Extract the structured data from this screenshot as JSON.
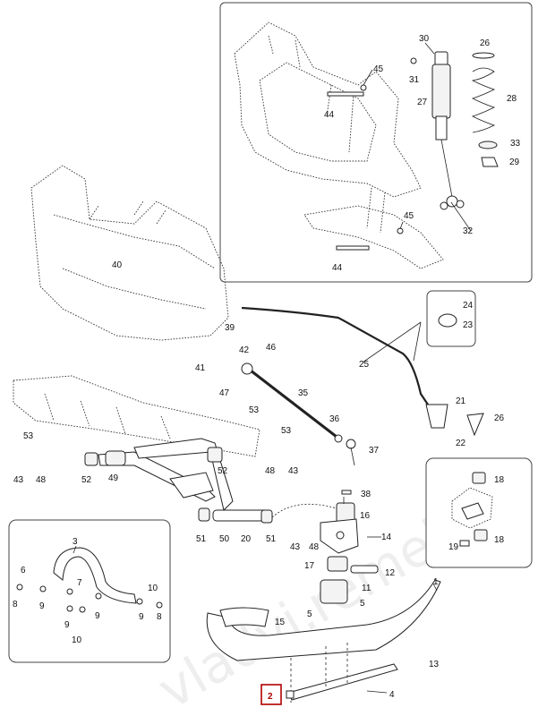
{
  "watermark": "vladvi.remeliet",
  "highlight_color": "#b00000",
  "callouts": [
    {
      "id": "c30",
      "text": "30"
    },
    {
      "id": "c26s",
      "text": "26"
    },
    {
      "id": "c31",
      "text": "31"
    },
    {
      "id": "c45a",
      "text": "45"
    },
    {
      "id": "c44a",
      "text": "44"
    },
    {
      "id": "c27",
      "text": "27"
    },
    {
      "id": "c28",
      "text": "28"
    },
    {
      "id": "c33",
      "text": "33"
    },
    {
      "id": "c29",
      "text": "29"
    },
    {
      "id": "c32",
      "text": "32"
    },
    {
      "id": "c45b",
      "text": "45"
    },
    {
      "id": "c44b",
      "text": "44"
    },
    {
      "id": "c40",
      "text": "40"
    },
    {
      "id": "c24",
      "text": "24"
    },
    {
      "id": "c23",
      "text": "23"
    },
    {
      "id": "c25",
      "text": "25"
    },
    {
      "id": "c39",
      "text": "39"
    },
    {
      "id": "c41",
      "text": "41"
    },
    {
      "id": "c42",
      "text": "42"
    },
    {
      "id": "c46",
      "text": "46"
    },
    {
      "id": "c47",
      "text": "47"
    },
    {
      "id": "c53a",
      "text": "53"
    },
    {
      "id": "c35",
      "text": "35"
    },
    {
      "id": "c21",
      "text": "21"
    },
    {
      "id": "c26",
      "text": "26"
    },
    {
      "id": "c22",
      "text": "22"
    },
    {
      "id": "c36",
      "text": "36"
    },
    {
      "id": "c37",
      "text": "37"
    },
    {
      "id": "c53b",
      "text": "53"
    },
    {
      "id": "c53c",
      "text": "53"
    },
    {
      "id": "c43a",
      "text": "43"
    },
    {
      "id": "c48a",
      "text": "48"
    },
    {
      "id": "c52a",
      "text": "52"
    },
    {
      "id": "c49",
      "text": "49"
    },
    {
      "id": "c52b",
      "text": "52"
    },
    {
      "id": "c48b",
      "text": "48"
    },
    {
      "id": "c43b",
      "text": "43"
    },
    {
      "id": "c38",
      "text": "38"
    },
    {
      "id": "c18a",
      "text": "18"
    },
    {
      "id": "c18b",
      "text": "18"
    },
    {
      "id": "c19",
      "text": "19"
    },
    {
      "id": "c16",
      "text": "16"
    },
    {
      "id": "c51a",
      "text": "51"
    },
    {
      "id": "c50",
      "text": "50"
    },
    {
      "id": "c20",
      "text": "20"
    },
    {
      "id": "c51b",
      "text": "51"
    },
    {
      "id": "c43c",
      "text": "43"
    },
    {
      "id": "c48c",
      "text": "48"
    },
    {
      "id": "c14",
      "text": "14"
    },
    {
      "id": "c17",
      "text": "17"
    },
    {
      "id": "c12",
      "text": "12"
    },
    {
      "id": "c11",
      "text": "11"
    },
    {
      "id": "c3",
      "text": "3"
    },
    {
      "id": "c6",
      "text": "6"
    },
    {
      "id": "c7",
      "text": "7"
    },
    {
      "id": "c8a",
      "text": "8"
    },
    {
      "id": "c9a",
      "text": "9"
    },
    {
      "id": "c9b",
      "text": "9"
    },
    {
      "id": "c10a",
      "text": "10"
    },
    {
      "id": "c8b",
      "text": "8"
    },
    {
      "id": "c9c",
      "text": "9"
    },
    {
      "id": "c9d",
      "text": "9"
    },
    {
      "id": "c10b",
      "text": "10"
    },
    {
      "id": "c1",
      "text": "1"
    },
    {
      "id": "c5a",
      "text": "5"
    },
    {
      "id": "c5b",
      "text": "5"
    },
    {
      "id": "c15",
      "text": "15"
    },
    {
      "id": "c13",
      "text": "13"
    },
    {
      "id": "c4",
      "text": "4"
    },
    {
      "id": "c2",
      "text": "2"
    }
  ]
}
